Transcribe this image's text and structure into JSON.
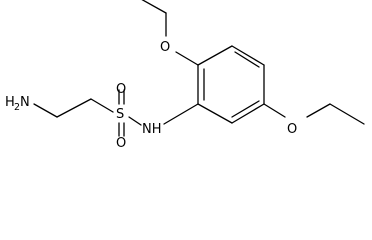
{
  "molecule": {
    "atoms": {
      "nh2_label": "H",
      "nh2_subscript": "2",
      "nh2_n": "N",
      "sulfur": "S",
      "oxygen_top": "O",
      "oxygen_bottom": "O",
      "nh_label": "NH",
      "ether_oxygen_top": "O",
      "ether_oxygen_right": "O"
    }
  }
}
